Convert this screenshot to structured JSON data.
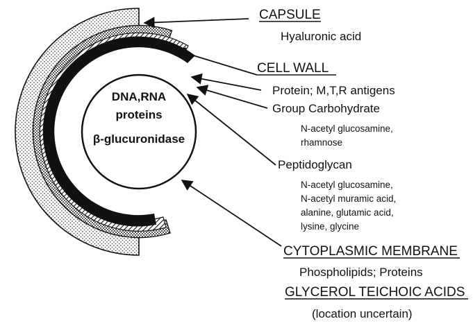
{
  "core": {
    "line1": "DNA,RNA",
    "line2": "proteins",
    "line3": "β-glucuronidase"
  },
  "capsule": {
    "heading": "CAPSULE",
    "component": "Hyaluronic acid"
  },
  "cell_wall": {
    "heading": "CELL WALL",
    "protein": "Protein; M,T,R antigens",
    "group_carbohydrate": "Group Carbohydrate",
    "group_carbohydrate_detail": [
      "N-acetyl glucosamine,",
      "rhamnose"
    ],
    "peptidoglycan": "Peptidoglycan",
    "peptidoglycan_detail": [
      "N-acetyl glucosamine,",
      "N-acetyl muramic acid,",
      "alanine, glutamic acid,",
      "lysine, glycine"
    ]
  },
  "membrane": {
    "heading": "CYTOPLASMIC MEMBRANE",
    "component": "Phospholipids; Proteins"
  },
  "teichoic": {
    "heading": "GLYCEROL TEICHOIC ACIDS",
    "note": "(location uncertain)"
  }
}
